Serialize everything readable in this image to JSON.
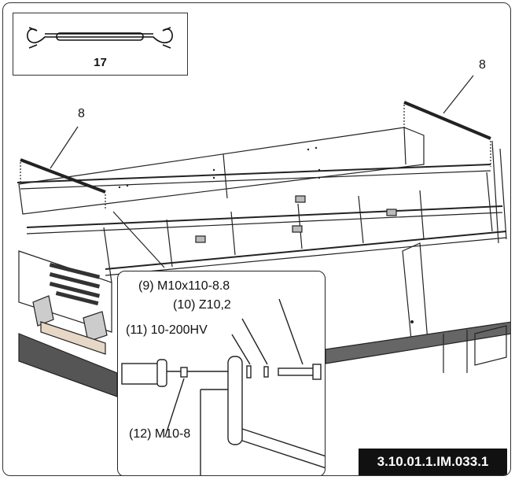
{
  "tool": {
    "size": "17",
    "icon": "wrench-icon"
  },
  "callouts": {
    "left_rail": "8",
    "right_rail": "8",
    "bolt": "(9) M10x110-8.8",
    "washer_z": "(10) Z10,2",
    "washer_hv": "(11) 10-200HV",
    "nut": "(12) M10-8"
  },
  "reference": "3.10.01.1.IM.033.1"
}
